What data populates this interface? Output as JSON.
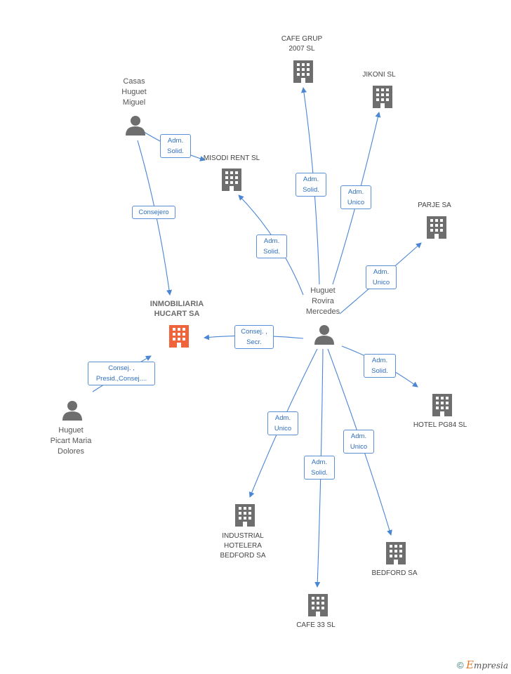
{
  "nodes": {
    "cafe_grup": "CAFE GRUP\n2007 SL",
    "jikoni": "JIKONI SL",
    "casas": "Casas\nHuguet\nMiguel",
    "misodi": "MISODI RENT SL",
    "parje": "PARJE SA",
    "huguet_rovira": "Huguet\nRovira\nMercedes",
    "inmobiliaria": "INMOBILIARIA\nHUCART SA",
    "hotel_pg84": "HOTEL PG84 SL",
    "huguet_picart": "Huguet\nPicart Maria\nDolores",
    "industrial": "INDUSTRIAL\nHOTELERA\nBEDFORD SA",
    "bedford": "BEDFORD SA",
    "cafe33": "CAFE 33 SL"
  },
  "edges": {
    "casas_misodi": "Adm.\nSolid.",
    "casas_inmob": "Consejero",
    "rovira_cafegrup": "Adm.\nSolid.",
    "rovira_jikoni": "Adm.\nUnico",
    "rovira_misodi": "Adm.\nSolid.",
    "rovira_parje": "Adm.\nUnico",
    "rovira_inmob": "Consej. ,\nSecr.",
    "picart_inmob": "Consej. ,\nPresid.,Consej....",
    "rovira_hotel": "Adm.\nSolid.",
    "rovira_industrial": "Adm.\nUnico",
    "rovira_cafe33": "Adm.\nSolid.",
    "rovira_bedford": "Adm.\nUnico"
  },
  "colors": {
    "edge": "#4a86d4",
    "building": "#6e6e6e",
    "building_highlight": "#f0643c",
    "person": "#6e6e6e"
  },
  "footer": {
    "copyright_symbol": "©",
    "brand_initial": "E",
    "brand_rest": "mpresia"
  }
}
